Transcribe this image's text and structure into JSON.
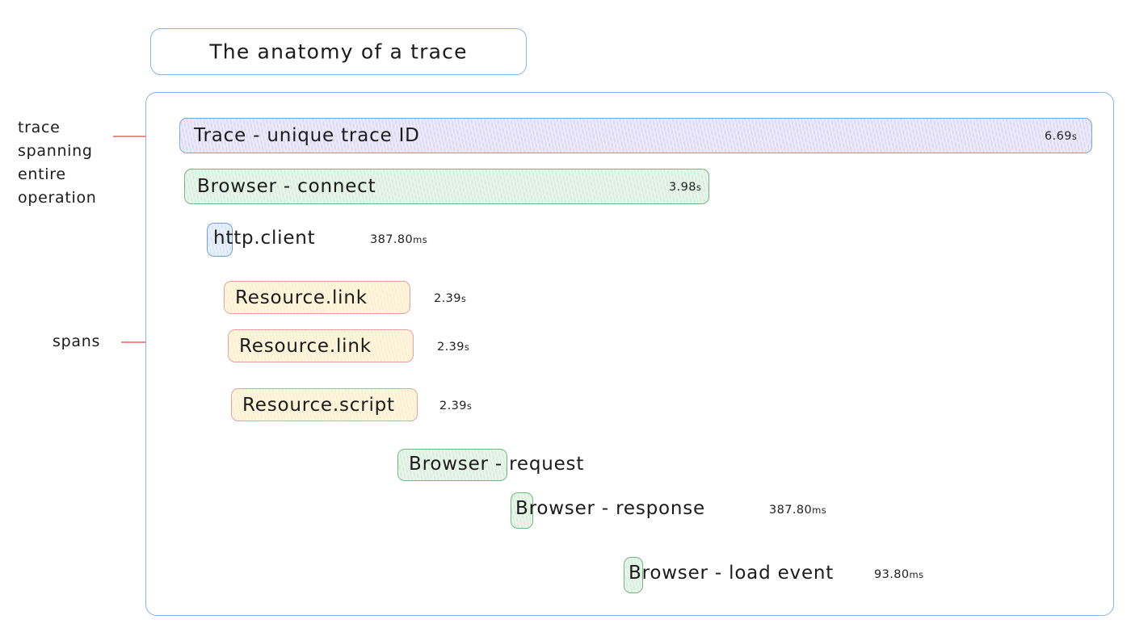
{
  "title": {
    "text": "The anatomy of a trace"
  },
  "annotations": [
    {
      "name": "trace-annotation",
      "text": "trace\nspanning\nentire\noperation"
    },
    {
      "name": "spans-annotation",
      "text": "spans"
    }
  ],
  "colors": {
    "container_border": "#8ab4e8",
    "trace_fill": "#dcd8f4",
    "trace_border": "#7ba7dd",
    "browser_fill": "#d7eddb",
    "browser_border": "#72b77f",
    "http_fill": "#d6e4f7",
    "http_border": "#6f9fd8",
    "resource_fill": "#fbeec8",
    "resource_border": "#e9a0a0",
    "annotation_line": "#f08a8a"
  },
  "waterfall": {
    "rows": [
      {
        "name": "trace-root",
        "label": "Trace - unique trace ID",
        "duration": "6.69",
        "unit": "s",
        "duration_inside": true,
        "kind": "trace"
      },
      {
        "name": "browser-connect",
        "label": "Browser - connect",
        "duration": "3.98",
        "unit": "s",
        "duration_inside": true,
        "kind": "browser"
      },
      {
        "name": "http-client",
        "label": "http.client",
        "duration": "387.80",
        "unit": "ms",
        "duration_inside": false,
        "kind": "http"
      },
      {
        "name": "resource-link-1",
        "label": "Resource.link",
        "duration": "2.39",
        "unit": "s",
        "duration_inside": false,
        "kind": "resource"
      },
      {
        "name": "resource-link-2",
        "label": "Resource.link",
        "duration": "2.39",
        "unit": "s",
        "duration_inside": false,
        "kind": "resource"
      },
      {
        "name": "resource-script",
        "label": "Resource.script",
        "duration": "2.39",
        "unit": "s",
        "duration_inside": false,
        "kind": "resource"
      },
      {
        "name": "browser-request",
        "label": "Browser - request",
        "duration": "",
        "unit": "",
        "duration_inside": false,
        "kind": "browser"
      },
      {
        "name": "browser-response",
        "label": "Browser - response",
        "duration": "387.80",
        "unit": "ms",
        "duration_inside": false,
        "kind": "browser"
      },
      {
        "name": "browser-load-event",
        "label": "Browser - load event",
        "duration": "93.80",
        "unit": "ms",
        "duration_inside": false,
        "kind": "browser"
      }
    ]
  }
}
